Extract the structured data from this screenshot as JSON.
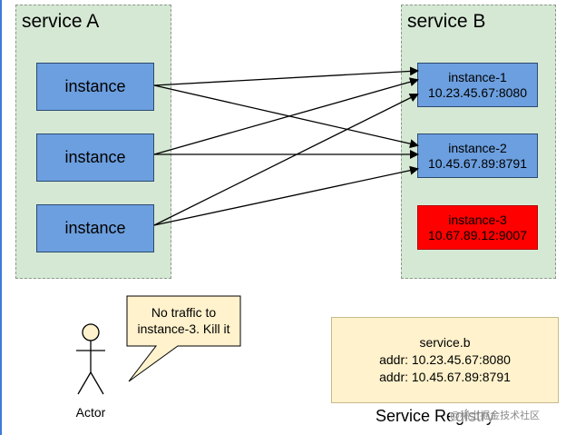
{
  "service_a": {
    "title": "service A",
    "instances": [
      {
        "label": "instance"
      },
      {
        "label": "instance"
      },
      {
        "label": "instance"
      }
    ]
  },
  "service_b": {
    "title": "service B",
    "instances": [
      {
        "name": "instance-1",
        "addr": "10.23.45.67:8080",
        "status": "healthy"
      },
      {
        "name": "instance-2",
        "addr": "10.45.67.89:8791",
        "status": "healthy"
      },
      {
        "name": "instance-3",
        "addr": "10.67.89.12:9007",
        "status": "dead"
      }
    ]
  },
  "actor": {
    "label": "Actor",
    "speech": "No traffic to instance-3. Kill it"
  },
  "registry": {
    "label": "Service Registry",
    "service": "service.b",
    "entries": [
      "addr: 10.23.45.67:8080",
      "addr: 10.45.67.89:8791"
    ]
  },
  "watermark": "@稀土掘金技术社区",
  "colors": {
    "group_fill": "#d5e8d4",
    "instance_fill": "#6c9fdf",
    "dead_fill": "#ff0000",
    "note_fill": "#fff2cc"
  }
}
